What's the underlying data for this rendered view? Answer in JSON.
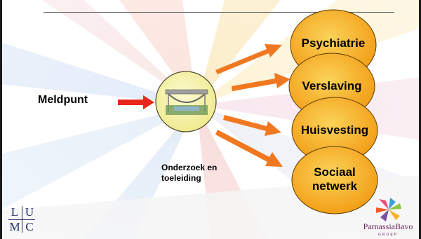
{
  "source": "Meldpunt",
  "hub": {
    "label_line1": "Onderzoek en",
    "label_line2": "toeleiding",
    "icon": "bridge-icon"
  },
  "targets": [
    {
      "label_line1": "Psychiatrie",
      "label_line2": ""
    },
    {
      "label_line1": "Verslaving",
      "label_line2": ""
    },
    {
      "label_line1": "Huisvesting",
      "label_line2": ""
    },
    {
      "label_line1": "Sociaal",
      "label_line2": "netwerk"
    }
  ],
  "logos": {
    "left": {
      "name": "LUMC",
      "letters": [
        "L",
        "U",
        "M",
        "C"
      ]
    },
    "right": {
      "name": "ParnassiaBavo",
      "sub": "GROEP"
    }
  },
  "colors": {
    "arrow": "#f07820",
    "red_arrow": "#e8261c",
    "circle_fill": "#f7a81b",
    "circle_fill_light": "#fbd35a",
    "hub_fill": "#f7f4a6"
  }
}
